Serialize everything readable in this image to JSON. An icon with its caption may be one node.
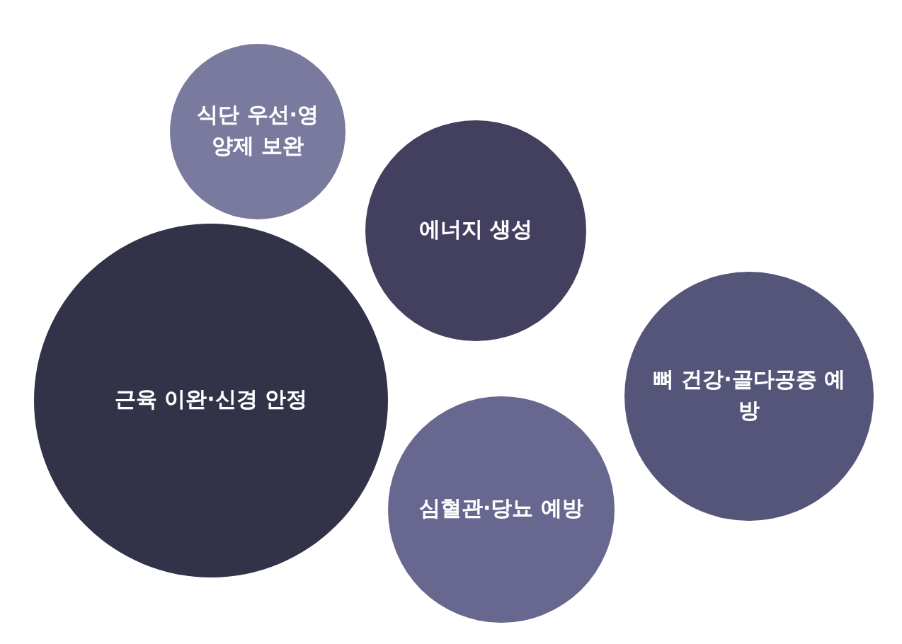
{
  "diagram": {
    "nodes": [
      {
        "text": [
          "식단 우선·영양제 보완"
        ]
      },
      {
        "text": [
          "에너지 생성"
        ]
      },
      {
        "text": [
          "근육 이완·신경 안정"
        ]
      },
      {
        "text": [
          "뼈 건강·골다공증 예방"
        ]
      },
      {
        "text": [
          "심혈관·당뇨 예방"
        ]
      }
    ]
  }
}
